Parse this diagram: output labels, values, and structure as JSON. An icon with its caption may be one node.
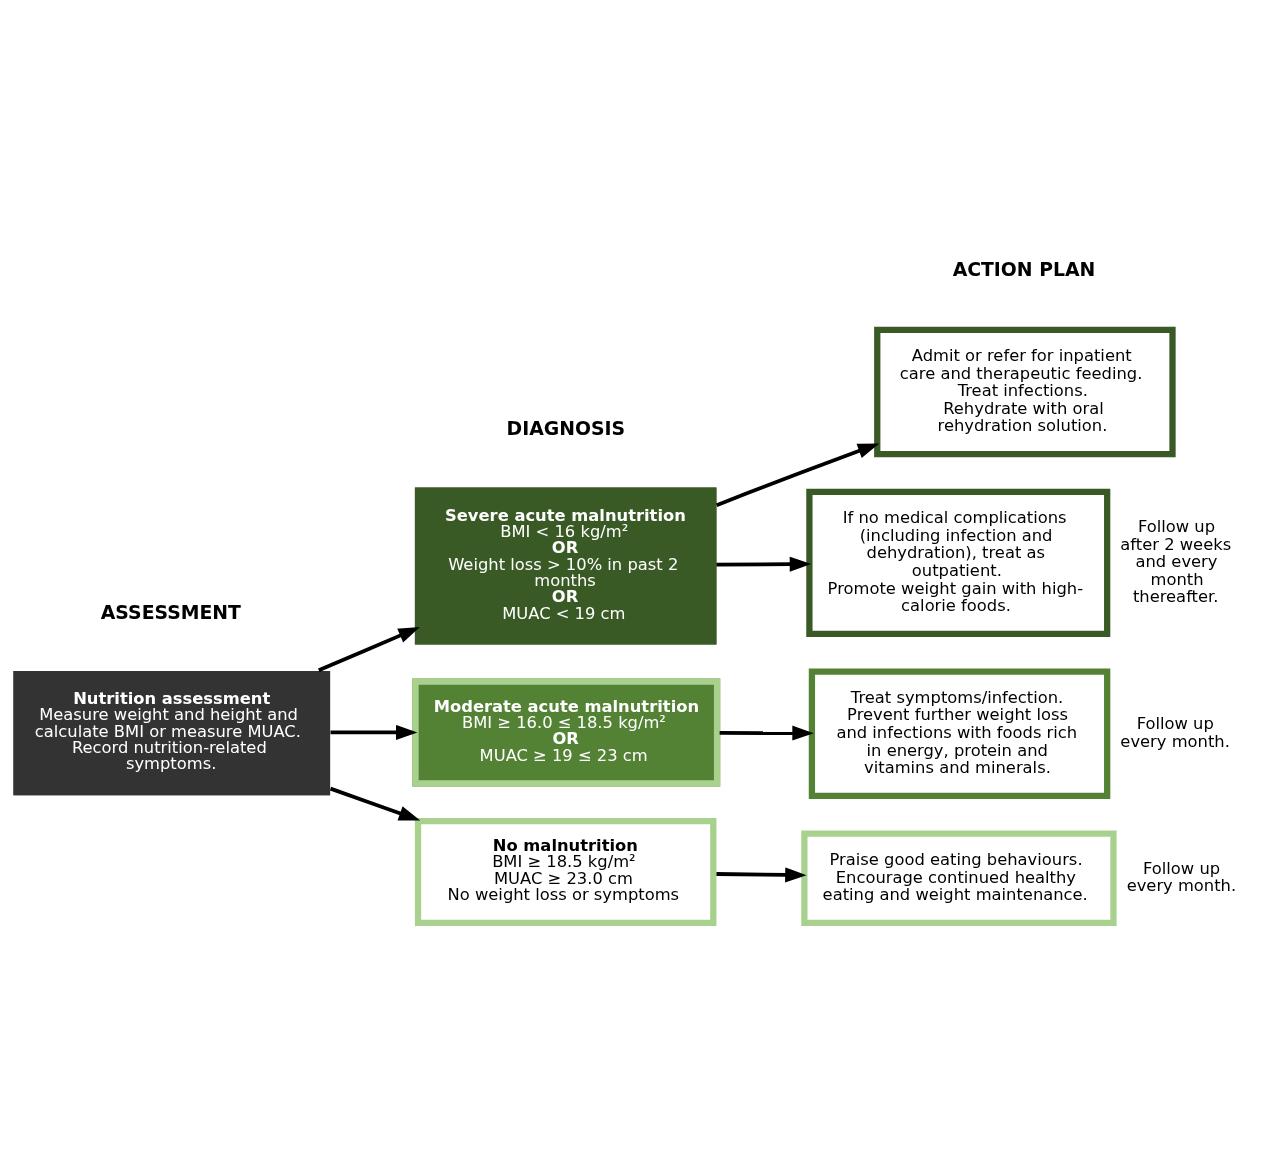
{
  "diagram": {
    "nodes": [
      {
        "text": [
          "Nutrition assessment",
          "Measure weight and height and calculate BMI or measure MUAC.",
          "Record nutrition-related symptoms."
        ]
      },
      {
        "text": [
          "Severe acute malnutrition",
          "BMI < 16 kg/m²",
          "OR",
          "Weight loss > 10% in past 2 months",
          "OR",
          "MUAC < 19 cm"
        ]
      },
      {
        "text": [
          "Moderate acute malnutrition",
          "BMI ≥ 16.0 ≤ 18.5 kg/m²",
          "OR",
          "MUAC ≥ 19 ≤ 23 cm"
        ]
      },
      {
        "text": [
          "No malnutrition",
          "BMI ≥ 18.5 kg/m²",
          "MUAC ≥ 23.0 cm",
          "No weight loss or symptoms"
        ]
      },
      {
        "text": [
          "Admit or refer for inpatient care and therapeutic feeding.",
          "Treat infections.",
          "Rehydrate with oral rehydration solution."
        ]
      },
      {
        "text": [
          "If no medical complications (including infection and dehydration), treat as outpatient.",
          "Promote weight gain with high-calorie foods."
        ],
        "beside": [
          "Follow up after 2 weeks and every month thereafter."
        ]
      },
      {
        "text": [
          "Treat symptoms/infection.",
          "Prevent further weight loss and infections with foods rich in energy, protein and vitamins and minerals."
        ],
        "beside": [
          "Follow up every month."
        ]
      },
      {
        "text": [
          "Praise good eating behaviours.",
          "Encourage continued healthy eating and weight maintenance."
        ],
        "beside": [
          "Follow up every month."
        ]
      }
    ],
    "edges": [
      {
        "from": 0,
        "to": 1,
        "arrow": "to"
      },
      {
        "from": 0,
        "to": 2,
        "arrow": "to"
      },
      {
        "from": 0,
        "to": 3,
        "arrow": "to"
      },
      {
        "from": 1,
        "to": 4,
        "arrow": "to"
      },
      {
        "from": 1,
        "to": 5,
        "arrow": "to"
      },
      {
        "from": 2,
        "to": 6,
        "arrow": "to"
      },
      {
        "from": 3,
        "to": 7,
        "arrow": "to"
      }
    ],
    "labels": [
      "ASSESSMENT",
      "DIAGNOSIS",
      "ACTION PLAN"
    ]
  }
}
